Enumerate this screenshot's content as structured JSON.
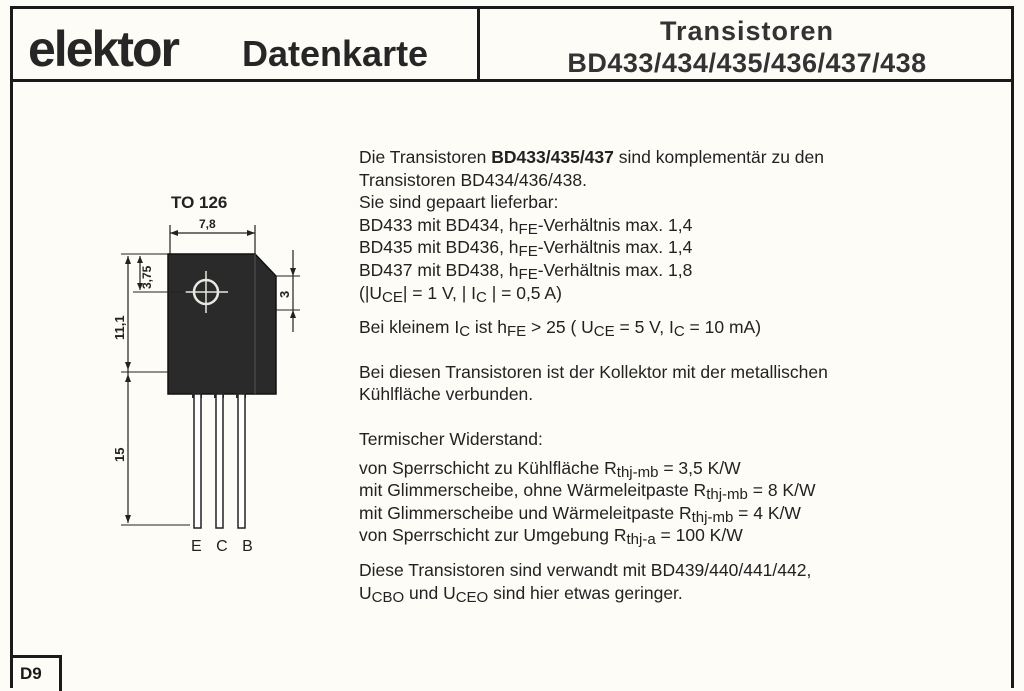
{
  "header": {
    "logo": "elektor",
    "subtitle": "Datenkarte",
    "title": "Transistoren",
    "models": "BD433/434/435/436/437/438"
  },
  "drawing": {
    "package": "TO 126",
    "width_dim": "7,8",
    "hole_dim": "3,75",
    "body_dim": "11,1",
    "tab_dim": "3",
    "lead_dim": "15",
    "pins": "E C B"
  },
  "text": {
    "intro_a": "Die Transistoren ",
    "intro_bold": "BD433/435/437",
    "intro_b": " sind komplementär zu den",
    "intro_c": "Transistoren BD434/436/438.",
    "paired": "Sie sind gepaart lieferbar:",
    "pairs": [
      {
        "pre": "BD433 mit BD434, h",
        "sub": "FE",
        "post": "-Verhältnis max. 1,4"
      },
      {
        "pre": "BD435 mit BD436, h",
        "sub": "FE",
        "post": "-Verhältnis max. 1,4"
      },
      {
        "pre": "BD437 mit BD438, h",
        "sub": "FE",
        "post": "-Verhältnis max. 1,8"
      }
    ],
    "cond_a": "(|U",
    "cond_sub1": "CE",
    "cond_b": "| = 1 V, | I",
    "cond_sub2": "C",
    "cond_c": " | = 0,5 A)",
    "gain_a": "Bei kleinem I",
    "gain_sub1": "C",
    "gain_b": " ist h",
    "gain_sub2": "FE",
    "gain_c": " > 25 ( U",
    "gain_sub3": "CE",
    "gain_d": " = 5 V, I",
    "gain_sub4": "C",
    "gain_e": " = 10 mA)",
    "collector_1": "Bei diesen Transistoren ist der Kollektor mit der metallischen",
    "collector_2": "Kühlfläche verbunden.",
    "thermal_title": "Termischer Widerstand:",
    "thermal": [
      {
        "pre": "von Sperrschicht zu Kühlfläche R",
        "sub": "thj-mb",
        "post": " = 3,5 K/W"
      },
      {
        "pre": "mit Glimmerscheibe, ohne Wärmeleitpaste R",
        "sub": "thj-mb",
        "post": " = 8 K/W"
      },
      {
        "pre": "mit Glimmerscheibe und Wärmeleitpaste R",
        "sub": "thj-mb",
        "post": " = 4 K/W"
      },
      {
        "pre": "von Sperrschicht zur Umgebung R",
        "sub": "thj-a",
        "post": " = 100 K/W"
      }
    ],
    "related_1": "Diese Transistoren sind verwandt mit BD439/440/441/442,",
    "related_2_a": "U",
    "related_2_sub1": "CBO",
    "related_2_b": " und U",
    "related_2_sub2": "CEO",
    "related_2_c": " sind hier etwas geringer."
  },
  "footer": {
    "code": "D9"
  }
}
